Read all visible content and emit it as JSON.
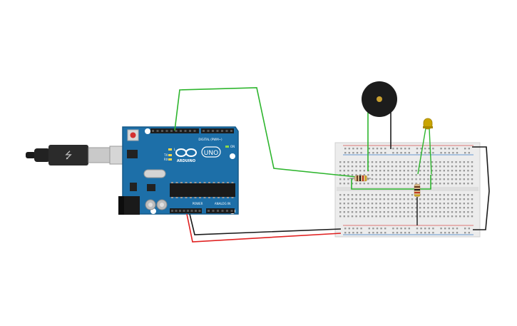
{
  "arduino": {
    "digital_label": "DIGITAL (PWM~)",
    "brand": "ARDUINO",
    "model": "UNO",
    "power_label": "POWER",
    "analog_label": "ANALOG IN",
    "on_label": "ON",
    "tx_label": "TX",
    "rx_label": "RX",
    "l_label": "L",
    "usb_symbol": "⭍"
  },
  "colors": {
    "board": "#1d6fa8",
    "board_edge": "#175a88",
    "wire_green": "#2db52d",
    "wire_black": "#1a1a1a",
    "wire_red": "#e02020",
    "breadboard": "#ececec",
    "rail_red": "#d9534f",
    "rail_blue": "#3a7ec9",
    "led": "#c9a400",
    "buzzer": "#1c1c1c"
  }
}
